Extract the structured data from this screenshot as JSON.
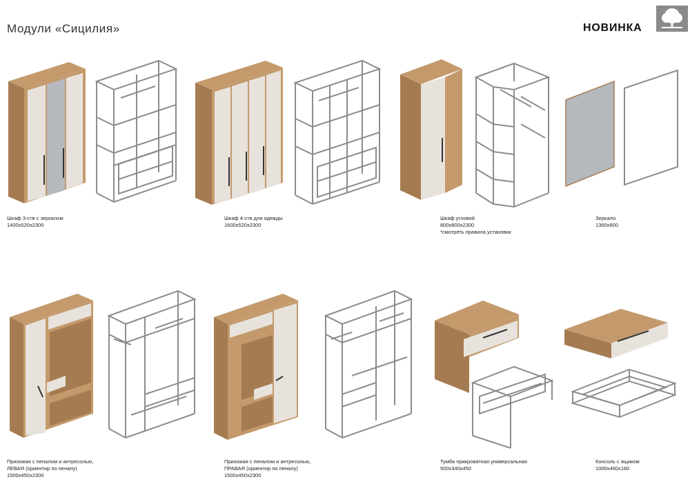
{
  "header": {
    "title": "Модули «Сицилия»",
    "badge": "НОВИНКА"
  },
  "colors": {
    "wood": "#c49a6c",
    "wood_dark": "#a57c52",
    "facade": "#e8e2dc",
    "frame": "#8c8c8c",
    "mirror": "#b5b9bd"
  },
  "icons": {
    "logo": "tree-icon"
  },
  "products": [
    {
      "lines": [
        "Шкаф 3-ств с зеркалом",
        "1400x520x2300"
      ]
    },
    {
      "lines": [
        "Шкаф 4-ств для одежды",
        "1600x520x2300"
      ]
    },
    {
      "lines": [
        "Шкаф угловой",
        "800x800x2300",
        "*смотреть правила установки"
      ]
    },
    {
      "lines": [
        "Зеркало",
        "1360x800"
      ]
    },
    {
      "lines": [
        "Прихожая с пеналом и антресолью,",
        "ЛЕВАЯ (ориентир по пеналу)",
        "1500x450x2300"
      ]
    },
    {
      "lines": [
        "Прихожая с пеналом и антресолью,",
        "ПРАВАЯ (ориентир по пеналу)",
        "1500x450x2300"
      ]
    },
    {
      "lines": [
        "Тумба прикроватная универсальная",
        "500x340x450"
      ]
    },
    {
      "lines": [
        "Консоль с ящиком",
        "1000x460x160"
      ]
    }
  ]
}
